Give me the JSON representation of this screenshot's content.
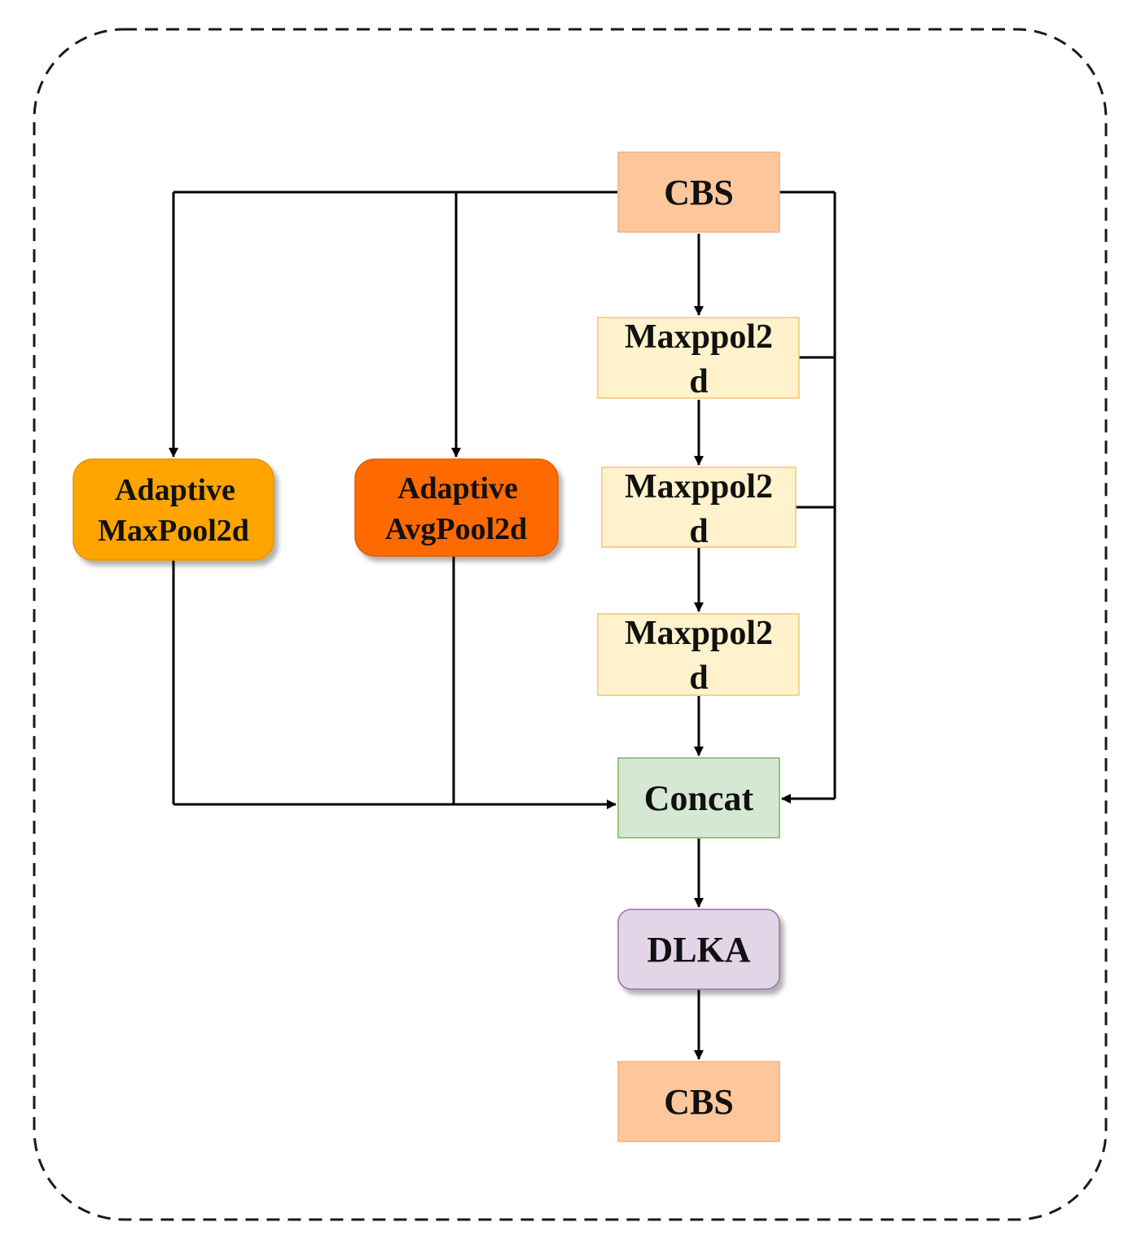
{
  "diagram": {
    "nodes": {
      "cbs_top": {
        "label": "CBS",
        "color": "#FDC79B"
      },
      "maxpool_1": {
        "lines": [
          "Maxppol2",
          "d"
        ],
        "color": "#FFF2CC"
      },
      "maxpool_2": {
        "lines": [
          "Maxppol2",
          "d"
        ],
        "color": "#FFF2CC"
      },
      "maxpool_3": {
        "lines": [
          "Maxppol2",
          "d"
        ],
        "color": "#FFF2CC"
      },
      "adaptive_max": {
        "lines": [
          "Adaptive",
          "MaxPool2d"
        ],
        "color": "#FFA400"
      },
      "adaptive_avg": {
        "lines": [
          "Adaptive",
          "AvgPool2d"
        ],
        "color": "#FF6A00"
      },
      "concat": {
        "label": "Concat",
        "color": "#D5E8D4"
      },
      "dlka": {
        "label": "DLKA",
        "color": "#E1D5E7"
      },
      "cbs_bottom": {
        "label": "CBS",
        "color": "#FDC79B"
      }
    },
    "line_color": "#000000",
    "border_style": "dashed"
  }
}
